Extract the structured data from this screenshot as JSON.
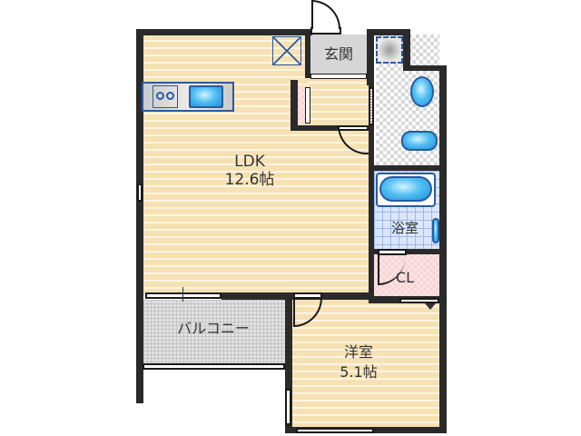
{
  "floor_plan": {
    "rooms": {
      "ldk": {
        "name": "LDK",
        "size": "12.6帖"
      },
      "western_room": {
        "name": "洋室",
        "size": "5.1帖"
      },
      "entrance": {
        "name": "玄関"
      },
      "bathroom": {
        "name": "浴室"
      },
      "closet": {
        "name": "CL"
      },
      "balcony": {
        "name": "バルコニー"
      }
    },
    "fixtures": [
      "kitchen-counter",
      "gas-stove",
      "sink",
      "washing-machine-space",
      "toilet",
      "washbasin",
      "bathtub",
      "storage-hatch"
    ],
    "colors": {
      "floor": "#f6e1b4",
      "wall": "#2a2a2a",
      "entrance": "#d6d6d6",
      "closet": "#f9d3d3",
      "bath_tile": "#dbe6fb",
      "fixture_blue": "#54c0f3"
    }
  }
}
